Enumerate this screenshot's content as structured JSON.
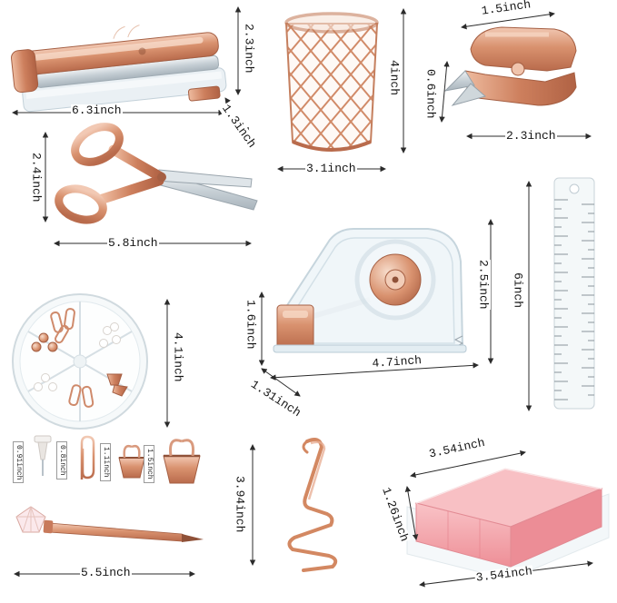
{
  "colors": {
    "rose_gold": "#cf8a6b",
    "pink": "#f1989f",
    "acrylic": "#edf4f8",
    "arrow": "#2b2b2b"
  },
  "items": {
    "stapler": {
      "width": "6.3inch",
      "height": "2.3inch",
      "depth": "1.3inch"
    },
    "pen_holder": {
      "height": "4inch",
      "width": "3.1inch"
    },
    "staple_remover": {
      "top": "1.5inch",
      "side": "0.6inch",
      "width": "2.3inch"
    },
    "scissors": {
      "height": "2.4inch",
      "length": "5.8inch"
    },
    "tape_dispenser": {
      "height": "2.5inch",
      "front_height": "1.6inch",
      "length": "4.7inch",
      "depth": "1.31inch"
    },
    "ruler": {
      "length": "6inch"
    },
    "clips_organizer": {
      "diameter": "4.1inch"
    },
    "push_pin": {
      "height": "0.91inch"
    },
    "paper_clip": {
      "height": "0.8inch"
    },
    "binder_clip_small": {
      "height": "1.1inch"
    },
    "binder_clip_large": {
      "height": "1.5inch"
    },
    "diamond_pen": {
      "length": "5.5inch"
    },
    "phone_stand": {
      "height": "3.94inch"
    },
    "sticky_note_holder": {
      "top_width": "3.54inch",
      "side_height": "1.26inch",
      "bottom_width": "3.54inch"
    }
  }
}
